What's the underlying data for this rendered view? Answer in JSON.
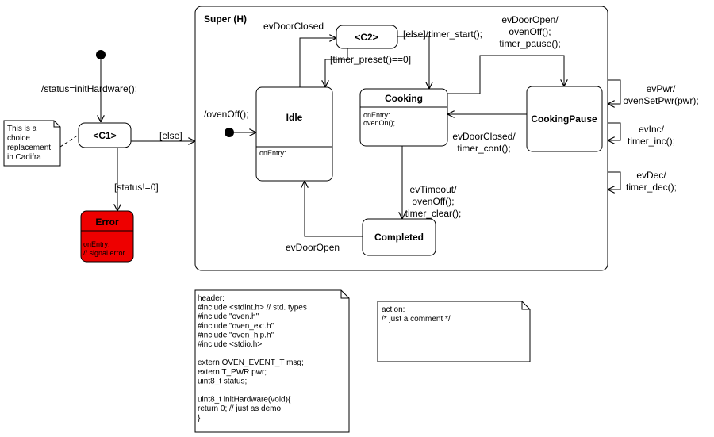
{
  "super_state": {
    "title": "Super (H)"
  },
  "states": {
    "idle": {
      "name": "Idle",
      "entry": "onEntry:"
    },
    "cooking": {
      "name": "Cooking",
      "entry_lines": [
        "onEntry:",
        "ovenOn();"
      ]
    },
    "cooking_pause": {
      "name": "CookingPause"
    },
    "completed": {
      "name": "Completed"
    },
    "error": {
      "name": "Error",
      "entry_lines": [
        "onEntry:",
        "// signal error"
      ],
      "color": "#ee0000"
    }
  },
  "choices": {
    "c1": "<C1>",
    "c2": "<C2>"
  },
  "transitions": {
    "init": "/status=initHardware();",
    "else_c1": "[else]",
    "status_error": "[status!=0]",
    "oven_off_init": "/ovenOff();",
    "ev_door_closed": "evDoorClosed",
    "timer_preset": "[timer_preset()==0]",
    "else_timer_start": "[else]/timer_start();",
    "door_open_pause": [
      "evDoorOpen/",
      "ovenOff();",
      "timer_pause();"
    ],
    "door_closed_cont": [
      "evDoorClosed/",
      "timer_cont();"
    ],
    "timeout": [
      "evTimeout/",
      "ovenOff();",
      "timer_clear();"
    ],
    "door_open_idle": "evDoorOpen",
    "ev_pwr": [
      "evPwr/",
      "ovenSetPwr(pwr);"
    ],
    "ev_inc": [
      "evInc/",
      "timer_inc();"
    ],
    "ev_dec": [
      "evDec/",
      "timer_dec();"
    ]
  },
  "notes": {
    "choice_note": [
      "This is a",
      "choice",
      "replacement",
      "in Cadifra"
    ],
    "header_note": [
      "header:",
      "#include <stdint.h> // std. types",
      "#include \"oven.h\"",
      "#include \"oven_ext.h\"",
      "#include \"oven_hlp.h\"",
      "#include <stdio.h>",
      "",
      "extern OVEN_EVENT_T msg;",
      "extern T_PWR pwr;",
      "uint8_t status;",
      "",
      "uint8_t initHardware(void){",
      "  return 0; // just as demo",
      "}"
    ],
    "action_note": [
      "action:",
      "/* just a comment */"
    ]
  }
}
